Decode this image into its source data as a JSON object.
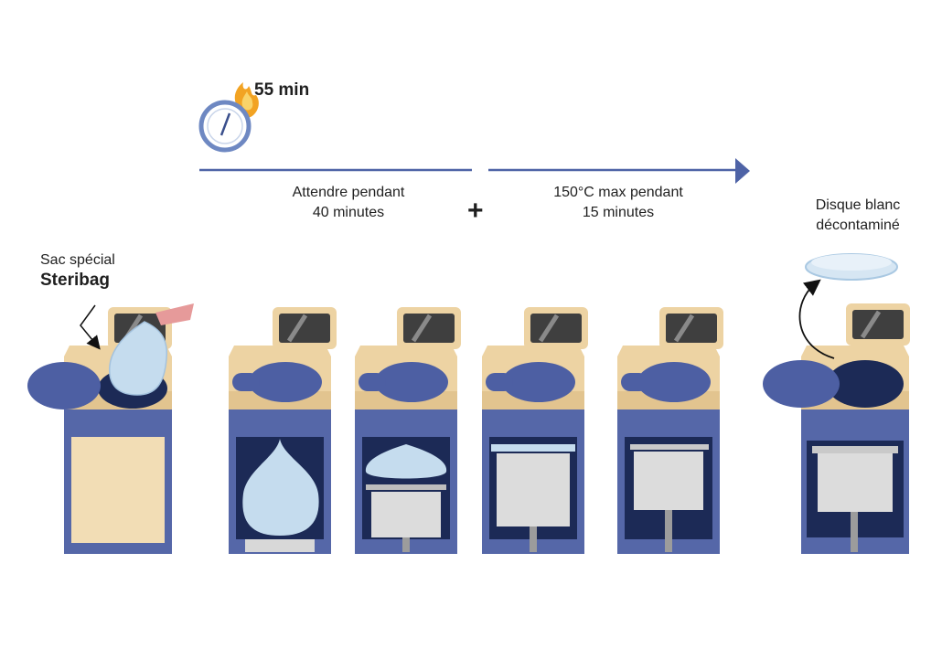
{
  "timer": {
    "label": "55 min"
  },
  "phase1": {
    "line1": "Attendre pendant",
    "line2": "40 minutes"
  },
  "phase2": {
    "line1": "150°C max pendant",
    "line2": "15 minutes"
  },
  "operator": "+",
  "bag": {
    "line1": "Sac spécial",
    "line2": "Steribag"
  },
  "result": {
    "line1": "Disque blanc",
    "line2": "décontaminé"
  },
  "colors": {
    "machine_blue": "#5567a8",
    "top_beige": "#edd3a3",
    "door_beige": "#f2ddb5",
    "dark_navy": "#1c2a56",
    "lid_blue": "#4d5fa3",
    "bag_blue": "#c5dcee",
    "screen_dark": "#3f3f3f",
    "arrow_blue": "#4e63a6",
    "flame": "#f2a323"
  }
}
